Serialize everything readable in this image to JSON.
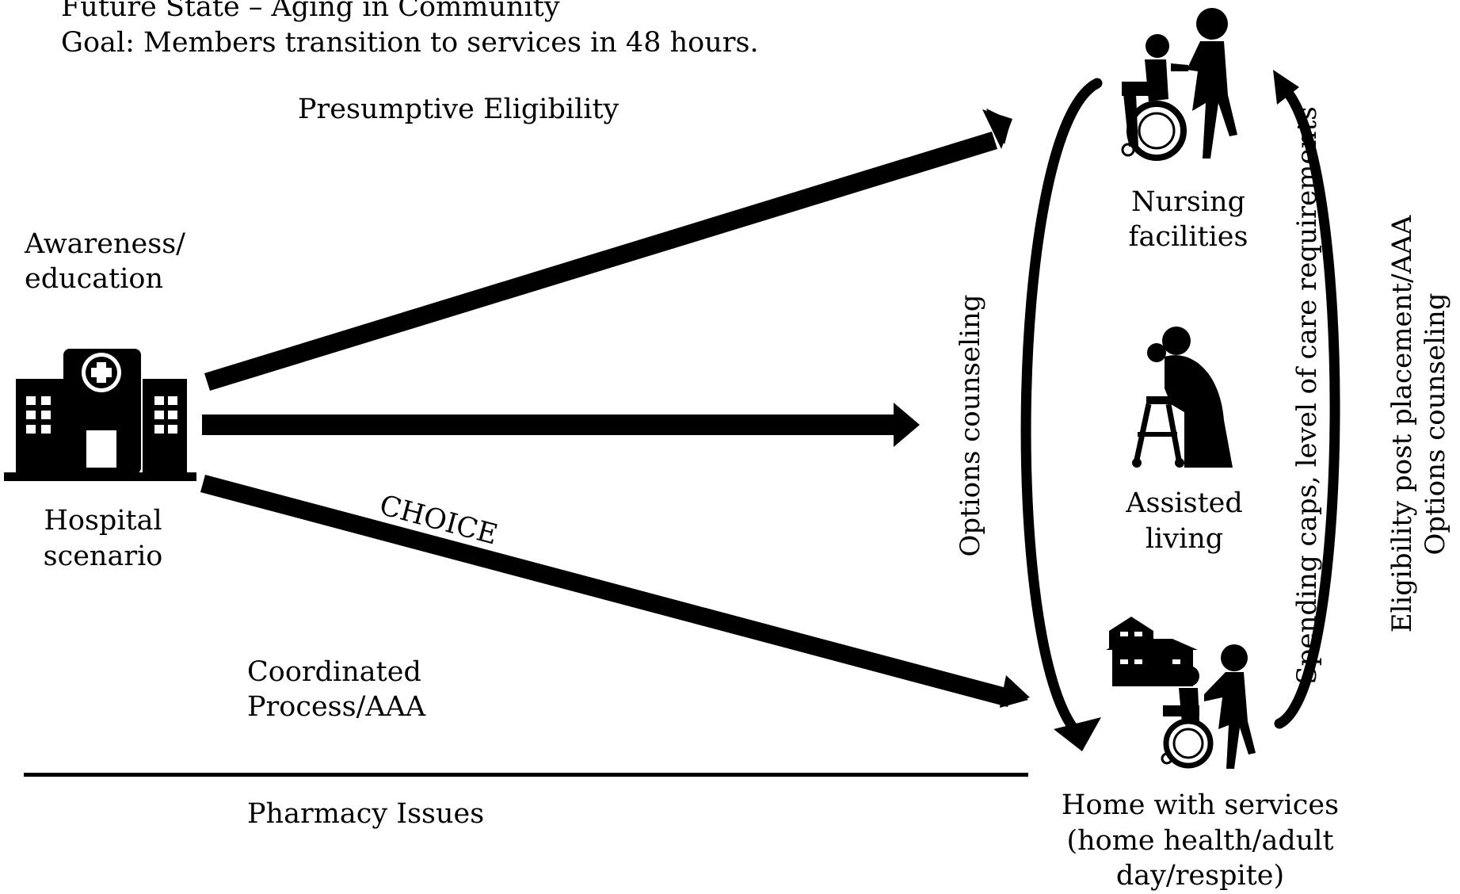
{
  "header": {
    "line1": "Future State – Aging in Community",
    "line2": "Goal: Members transition to services in 48 hours."
  },
  "left": {
    "awareness": [
      "Awareness/",
      "education"
    ],
    "hospital": [
      "Hospital",
      "scenario"
    ]
  },
  "paths": {
    "presumptive": "Presumptive Eligibility",
    "choice": "CHOICE",
    "coordinated": [
      "Coordinated",
      "Process/AAA"
    ],
    "pharmacy": "Pharmacy Issues"
  },
  "destinations": {
    "nursing": [
      "Nursing",
      "facilities"
    ],
    "assisted": [
      "Assisted",
      "living"
    ],
    "home": [
      "Home with services",
      "(home health/adult",
      "day/respite)"
    ]
  },
  "side_labels": {
    "options_left": "Options counseling",
    "spending": "Spending caps, level of care requirements",
    "eligibility_line1": "Eligibility post placement/AAA",
    "eligibility_line2": "Options counseling"
  },
  "icons": [
    "hospital-icon",
    "wheelchair-caregiver-icon",
    "walker-elder-icon",
    "house-icon"
  ]
}
